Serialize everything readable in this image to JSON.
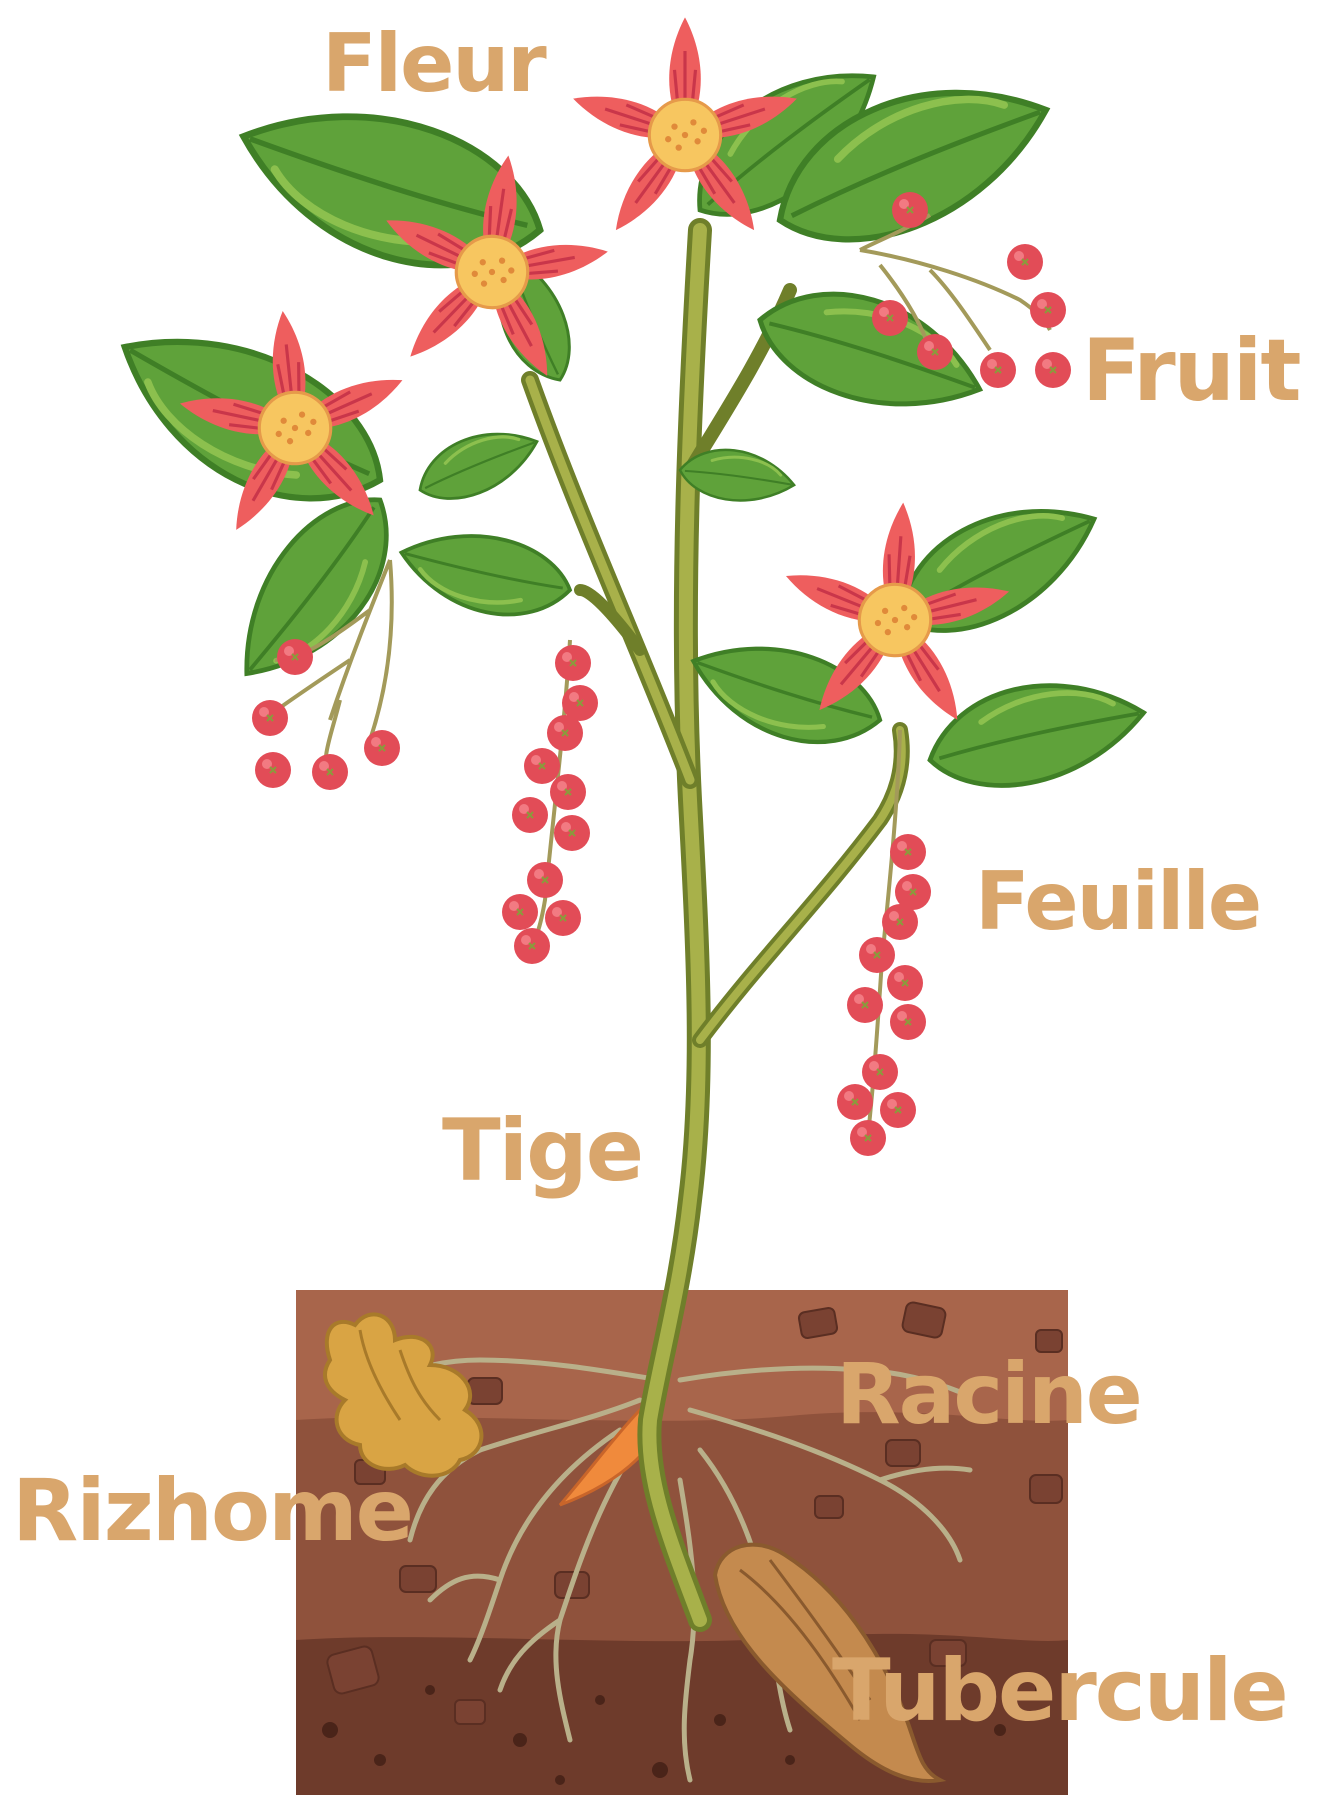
{
  "labels": {
    "fleur": "Fleur",
    "fruit": "Fruit",
    "feuille": "Feuille",
    "tige": "Tige",
    "racine": "Racine",
    "rizhome": "Rizhome",
    "tubercule": "Tubercule"
  },
  "colors": {
    "label": "#d9a66c",
    "petal": "#ee5e5e",
    "petal_vein": "#c9364a",
    "flower_center": "#f7c660",
    "leaf": "#5fa23a",
    "leaf_dark": "#3f7f26",
    "leaf_highlight": "#8cc04e",
    "stem": "#8a9b3c",
    "berry": "#e24c57",
    "soil_top": "#a8654b",
    "soil_mid": "#8f523c",
    "soil_bottom": "#6e3b2b",
    "root": "#b9b08a",
    "carrot": "#f08a3c",
    "ginger": "#d9a444",
    "tuber": "#c48a4e"
  },
  "icons": {
    "flower": "flower-icon",
    "berry": "berry-icon",
    "leaf": "leaf-icon",
    "ginger": "ginger-rhizome-icon",
    "carrot": "carrot-icon",
    "tuber": "tuber-icon"
  }
}
